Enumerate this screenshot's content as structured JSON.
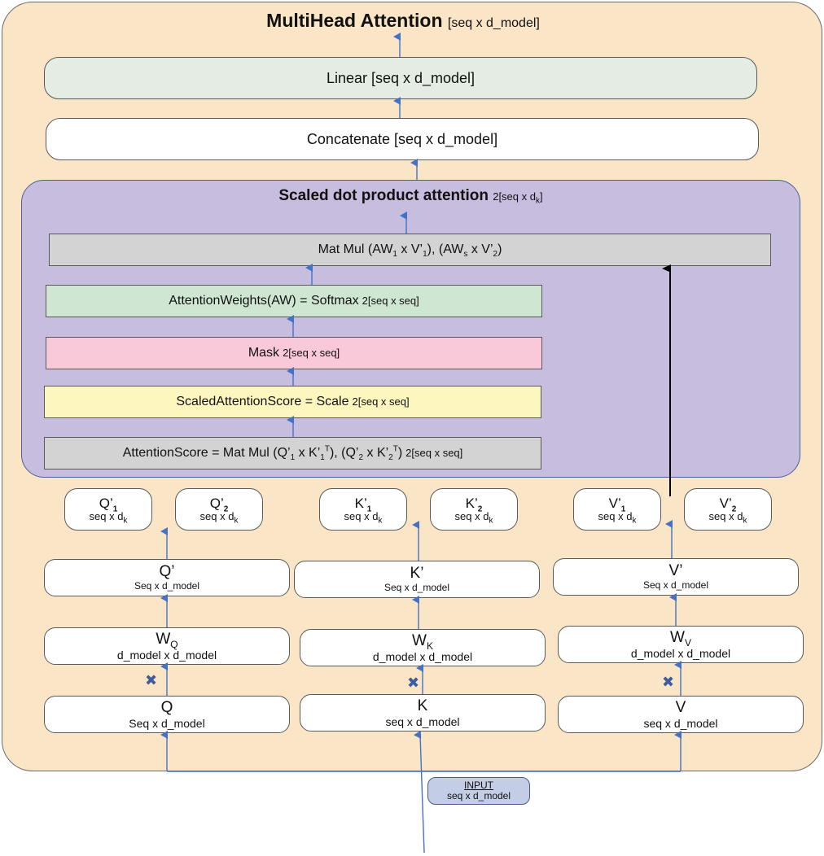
{
  "title": {
    "main": "MultiHead Attention",
    "dims": "[seq x d_model]"
  },
  "linear": {
    "prefix": "Linear ",
    "dims": "[seq x d_model]"
  },
  "concatenate": {
    "prefix": "Concatenate ",
    "dims": "[seq x d_model]"
  },
  "sdpa": {
    "title": "Scaled dot product attention",
    "dims_prefix": "2[seq x d",
    "dims_sub": "k",
    "dims_suffix": "]",
    "matmul": [
      "Mat Mul (AW",
      "1",
      " x V’",
      "1",
      "), (AW",
      "s",
      " x V’",
      "2",
      ")"
    ],
    "attention_weights": {
      "label": "AttentionWeights(AW) = Softmax",
      "dims": "2[seq x seq]"
    },
    "mask": {
      "label": "Mask",
      "dims": "2[seq x seq]"
    },
    "scaled_score": {
      "label": "ScaledAttentionScore = Scale",
      "dims": "2[seq x seq]"
    },
    "attention_score": {
      "parts": [
        "AttentionScore = Mat Mul (Q’",
        "1",
        " x K’",
        "1",
        "T",
        "), (Q’",
        "2",
        " x K’",
        "2",
        "T",
        ")"
      ],
      "dims": "2[seq x seq]"
    }
  },
  "heads": [
    {
      "id": "q1",
      "name": "Q’",
      "sub": "1",
      "dims": "seq x d",
      "dims_sub": "k"
    },
    {
      "id": "q2",
      "name": "Q’",
      "sub": "2",
      "dims": "seq x d",
      "dims_sub": "k"
    },
    {
      "id": "k1",
      "name": "K’",
      "sub": "1",
      "dims": "seq x d",
      "dims_sub": "k"
    },
    {
      "id": "k2",
      "name": "K’",
      "sub": "2",
      "dims": "seq x d",
      "dims_sub": "k"
    },
    {
      "id": "v1",
      "name": "V’",
      "sub": "1",
      "dims": "seq x d",
      "dims_sub": "k"
    },
    {
      "id": "v2",
      "name": "V’",
      "sub": "2",
      "dims": "seq x d",
      "dims_sub": "k"
    }
  ],
  "projected": [
    {
      "name": "Q’",
      "dims": "Seq x d_model"
    },
    {
      "name": "K’",
      "dims": "Seq x d_model"
    },
    {
      "name": "V’",
      "dims": "Seq x d_model"
    }
  ],
  "weights": [
    {
      "name": "W",
      "sub": "Q",
      "dims": "d_model x d_model"
    },
    {
      "name": "W",
      "sub": "K",
      "dims": "d_model x d_model"
    },
    {
      "name": "W",
      "sub": "V",
      "dims": "d_model x d_model"
    }
  ],
  "inputs": [
    {
      "name": "Q",
      "dims": "Seq x d_model"
    },
    {
      "name": "K",
      "dims": "seq x d_model"
    },
    {
      "name": "V",
      "dims": "seq x d_model"
    }
  ],
  "multiply_symbol": "✖",
  "input": {
    "label": "INPUT",
    "dims": "seq x d_model"
  },
  "colors": {
    "outer": "#fbe5c7",
    "inner": "#c7bddf",
    "linear": "#e4ece4",
    "weights": "#cfe7d2",
    "mask": "#f9c9d9",
    "scaled": "#fdf6bf",
    "score": "#d3d3d3",
    "arrow": "#4472c4",
    "input": "#c3cde5"
  }
}
